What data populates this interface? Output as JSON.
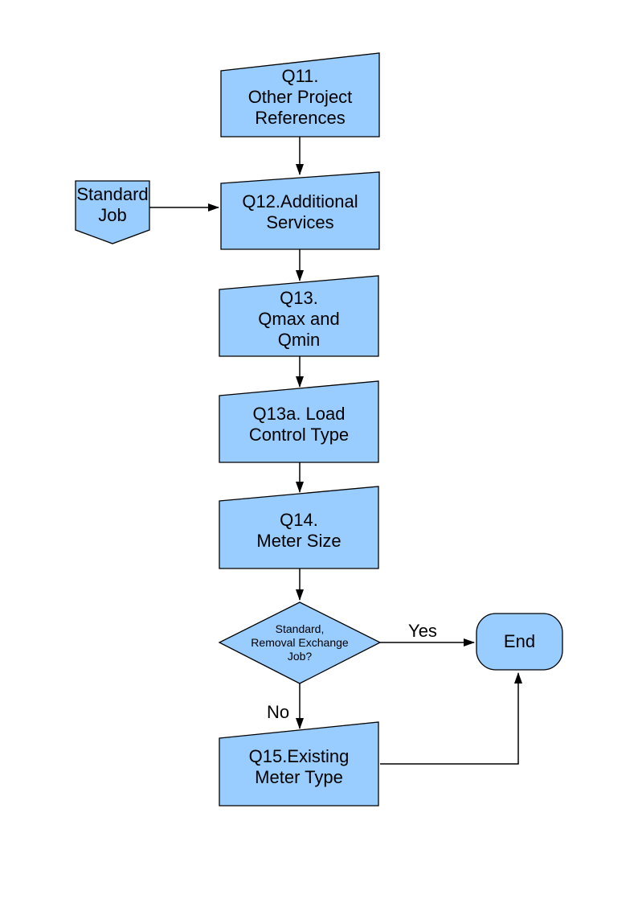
{
  "colors": {
    "shape_fill": "#99CCFF",
    "shape_border": "#000000",
    "connector": "#000000",
    "text": "#000000",
    "background": "#FFFFFF"
  },
  "diagram": {
    "type": "flowchart",
    "nodes": [
      {
        "id": "q11",
        "shape": "slanted-box",
        "label": "Q11.\nOther Project\nReferences"
      },
      {
        "id": "standard-job",
        "shape": "pentagon-down",
        "label": "Standard\nJob"
      },
      {
        "id": "q12",
        "shape": "slanted-box",
        "label": "Q12.Additional\nServices"
      },
      {
        "id": "q13",
        "shape": "slanted-box",
        "label": "Q13.\nQmax and\nQmin"
      },
      {
        "id": "q13a",
        "shape": "slanted-box",
        "label": "Q13a. Load\nControl Type"
      },
      {
        "id": "q14",
        "shape": "slanted-box",
        "label": "Q14.\nMeter Size"
      },
      {
        "id": "decision",
        "shape": "diamond",
        "label": "Standard,\nRemoval Exchange\nJob?"
      },
      {
        "id": "end",
        "shape": "rounded-rect",
        "label": "End"
      },
      {
        "id": "q15",
        "shape": "slanted-box",
        "label": "Q15.Existing\nMeter Type"
      }
    ],
    "edge_labels": {
      "yes": "Yes",
      "no": "No"
    }
  }
}
